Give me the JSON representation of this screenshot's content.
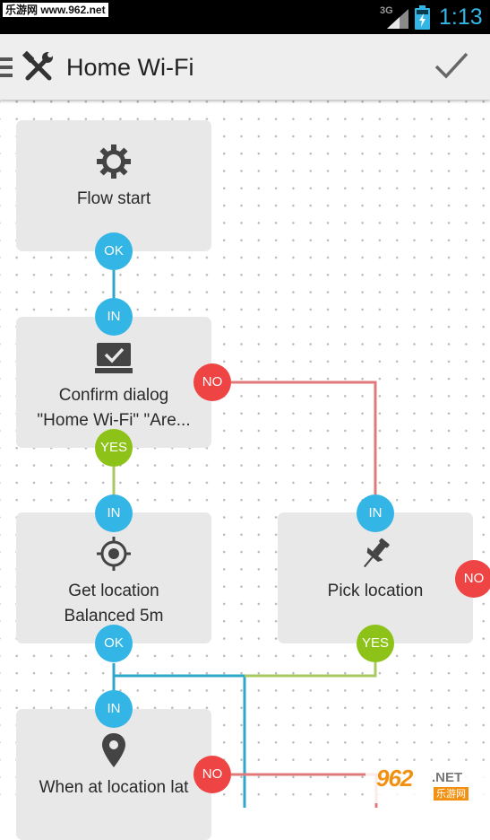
{
  "status_bar": {
    "watermark": "乐游网 www.962.net",
    "network": "3G",
    "time": "1:13",
    "time_color": "#33b5e5"
  },
  "action_bar": {
    "title": "Home Wi-Fi",
    "icons": {
      "menu": "menu-icon",
      "logo": "tools-icon",
      "done": "checkmark-icon"
    }
  },
  "flow": {
    "colors": {
      "ok_in": "#33b5e5",
      "no": "#ef4444",
      "yes": "#8dc218",
      "wire_ok": "#2fa7cc",
      "wire_no": "#e07a7a",
      "wire_yes": "#a8c860"
    },
    "nodes": [
      {
        "id": "flow-start",
        "icon": "gear-icon",
        "line1": "Flow start",
        "line2": ""
      },
      {
        "id": "confirm-dialog",
        "icon": "dialog-check-icon",
        "line1": "Confirm dialog",
        "line2": "\"Home Wi-Fi\" \"Are..."
      },
      {
        "id": "get-location",
        "icon": "gps-target-icon",
        "line1": "Get location",
        "line2": "Balanced 5m"
      },
      {
        "id": "pick-location",
        "icon": "pushpin-icon",
        "line1": "Pick location",
        "line2": ""
      },
      {
        "id": "when-at-location",
        "icon": "map-marker-icon",
        "line1": "When at location lat",
        "line2": ""
      }
    ],
    "ports": {
      "ok": "OK",
      "in": "IN",
      "no": "NO",
      "yes": "YES"
    }
  },
  "watermark": {
    "brand": "962",
    "suffix": ".NET",
    "sub": "乐游网"
  }
}
